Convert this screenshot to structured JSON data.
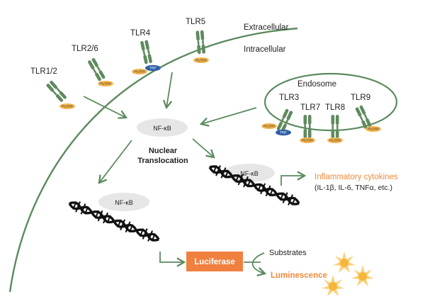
{
  "regions": {
    "extracellular": "Extracellular",
    "intracellular": "Intracellular",
    "endosome": "Endosome"
  },
  "receptors": {
    "tlr1_2": "TLR1/2",
    "tlr2_6": "TLR2/6",
    "tlr4": "TLR4",
    "tlr5": "TLR5",
    "tlr3": "TLR3",
    "tlr7": "TLR7",
    "tlr8": "TLR8",
    "tlr9": "TLR9"
  },
  "adaptors": {
    "myd88": "MyD88",
    "trif": "TRIF"
  },
  "nfkb": "NF-κB",
  "nuclear_translocation": [
    "Nuclear",
    "Translocation"
  ],
  "cytokines": {
    "title": "Inflammatory cytokines",
    "detail": "(IL-1β, IL-6, TNFα, etc.)"
  },
  "luciferase": "Luciferase",
  "substrates": "Substrates",
  "luminescence": "Luminescence",
  "colors": {
    "membrane": "#5b8a5e",
    "receptor": "#5f8a5f",
    "myd88": "#f4b552",
    "trif": "#2f5fa8",
    "accent": "#f08a3c",
    "luciferase_box": "#f08040",
    "nfkb_bubble": "#e6e6e6",
    "dna": "#111111",
    "star": "#f9c24a"
  }
}
